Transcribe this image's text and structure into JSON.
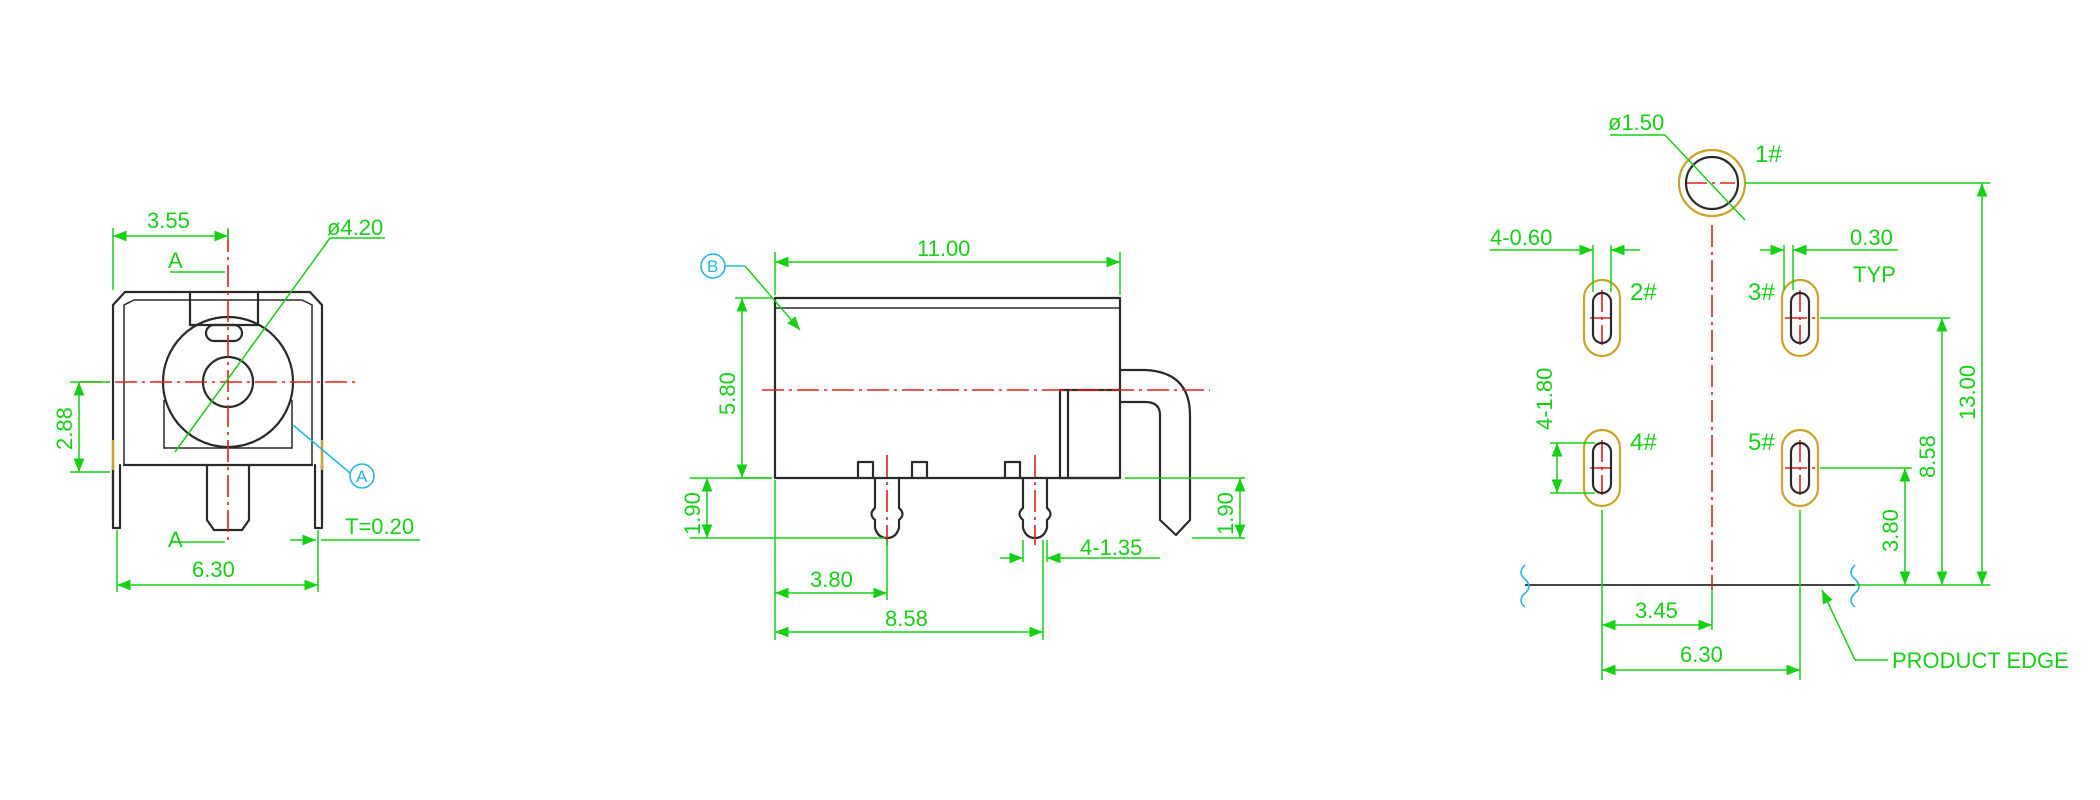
{
  "front_view": {
    "dim_width_top": "3.55",
    "dim_diameter": "ø4.20",
    "dim_height": "2.88",
    "dim_width_bottom": "6.30",
    "dim_thickness": "T=0.20",
    "section_label_top": "A",
    "section_label_bottom": "A",
    "datum_a": "A"
  },
  "side_view": {
    "dim_length": "11.00",
    "dim_body_height": "5.80",
    "dim_pin_height_left": "1.90",
    "dim_pin_height_right": "1.90",
    "dim_pin_offset": "3.80",
    "dim_pin_spacing": "8.58",
    "dim_pin_width": "4-1.35",
    "datum_b": "B"
  },
  "pcb_layout": {
    "dim_hole_diameter": "ø1.50",
    "label_pin1": "1#",
    "label_pin2": "2#",
    "label_pin3": "3#",
    "label_pin4": "4#",
    "label_pin5": "5#",
    "dim_slot_width": "4-0.60",
    "dim_pad_width": "0.30",
    "dim_pad_typ": "TYP",
    "dim_slot_length": "4-1.80",
    "dim_total_height": "13.00",
    "dim_row1_height": "8.58",
    "dim_row2_height": "3.80",
    "dim_center_offset": "3.45",
    "dim_pin_spacing": "6.30",
    "product_edge": "PRODUCT EDGE"
  }
}
